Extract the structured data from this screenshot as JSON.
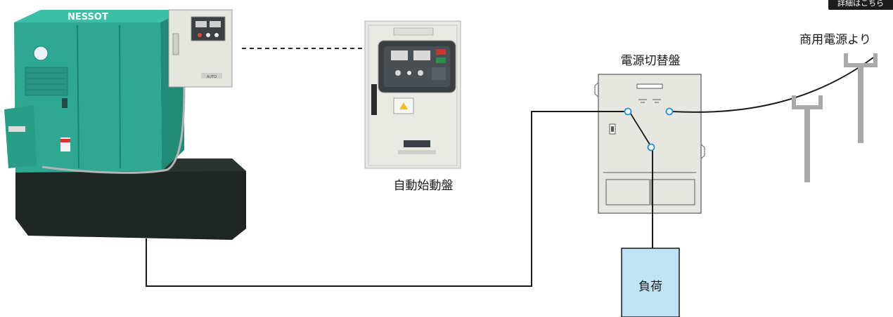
{
  "labels": {
    "auto_start_panel": "自動始動盤",
    "transfer_panel": "電源切替盤",
    "commercial_power": "商用電源より",
    "load": "負荷"
  },
  "generator": {
    "brand": "NESSOT",
    "panel_tag": "AUTO"
  },
  "corner_link": {
    "text": "詳細はこちら"
  },
  "colors": {
    "generator_body": "#2fa893",
    "generator_base": "#1e2523",
    "panel_gray": "#e7e7e2",
    "load_box": "#bfe3f5",
    "wire": "#1a1a1a",
    "switch_terminal": "#2a8fd0",
    "pole_gray": "#a9a9a9",
    "link_bg": "#1c1c1c"
  }
}
